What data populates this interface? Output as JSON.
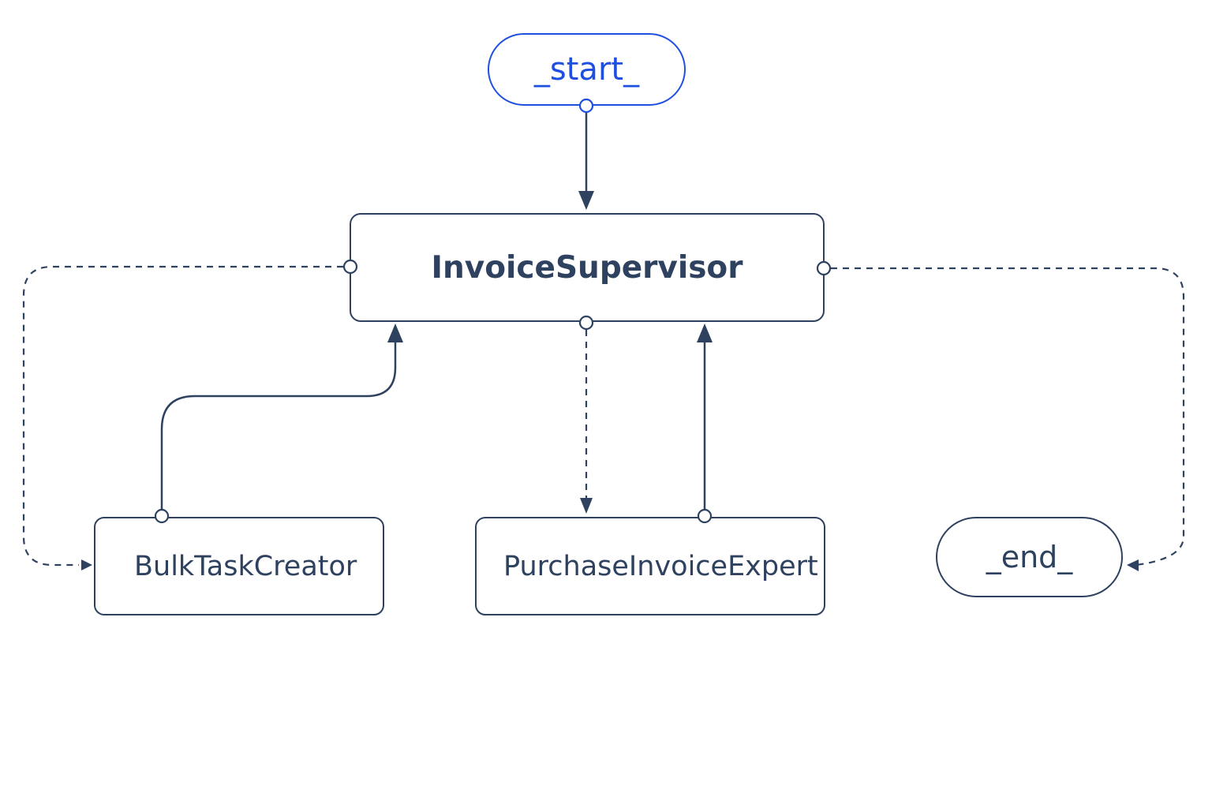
{
  "nodes": {
    "start": "_start_",
    "supervisor": "InvoiceSupervisor",
    "bulk_task_creator": "BulkTaskCreator",
    "purchase_invoice_expert": "PurchaseInvoiceExpert",
    "end": "_end_"
  },
  "edges": [
    {
      "from": "_start_",
      "to": "InvoiceSupervisor",
      "style": "solid"
    },
    {
      "from": "InvoiceSupervisor",
      "to": "BulkTaskCreator",
      "style": "dashed"
    },
    {
      "from": "InvoiceSupervisor",
      "to": "PurchaseInvoiceExpert",
      "style": "dashed"
    },
    {
      "from": "InvoiceSupervisor",
      "to": "_end_",
      "style": "dashed"
    },
    {
      "from": "BulkTaskCreator",
      "to": "InvoiceSupervisor",
      "style": "solid"
    },
    {
      "from": "PurchaseInvoiceExpert",
      "to": "InvoiceSupervisor",
      "style": "solid"
    }
  ],
  "colors": {
    "start_accent": "#1f4fe0",
    "line": "#2e4260",
    "text": "#2e4260",
    "background": "#ffffff"
  }
}
